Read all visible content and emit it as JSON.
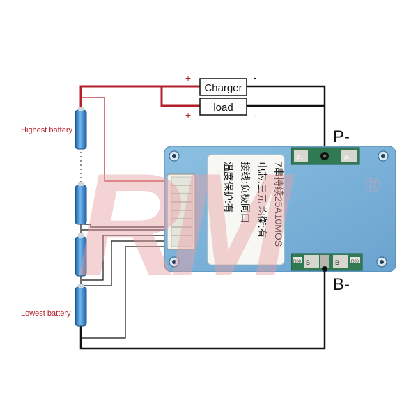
{
  "watermark": {
    "text": "RM",
    "registered": "®"
  },
  "battery_labels": {
    "highest": "Highest battery",
    "lowest": "Lowest battery"
  },
  "terminals": {
    "charger": {
      "label": "Charger",
      "plus": "+",
      "minus": "-"
    },
    "load": {
      "label": "load",
      "plus": "+",
      "minus": "-"
    },
    "p_minus": "P-",
    "b_minus": "B-"
  },
  "board": {
    "sticker_lines": [
      "7串持续25A10MOS",
      "电芯:三元 均衡:有",
      "接线:负极同口",
      "温度保护:有"
    ],
    "pad_labels": {
      "p_left": "P-",
      "p_right": "P-",
      "b_left": "B-",
      "b_right": "B-"
    },
    "resistor_labels": [
      "R00",
      "R00"
    ]
  },
  "colors": {
    "positive_wire": "#b3202a",
    "negative_wire": "#111111",
    "board": "#7fb3d8",
    "battery": "#3f8fd2",
    "pcb_green": "#2f7a52",
    "watermark": "#e8a0a4"
  }
}
